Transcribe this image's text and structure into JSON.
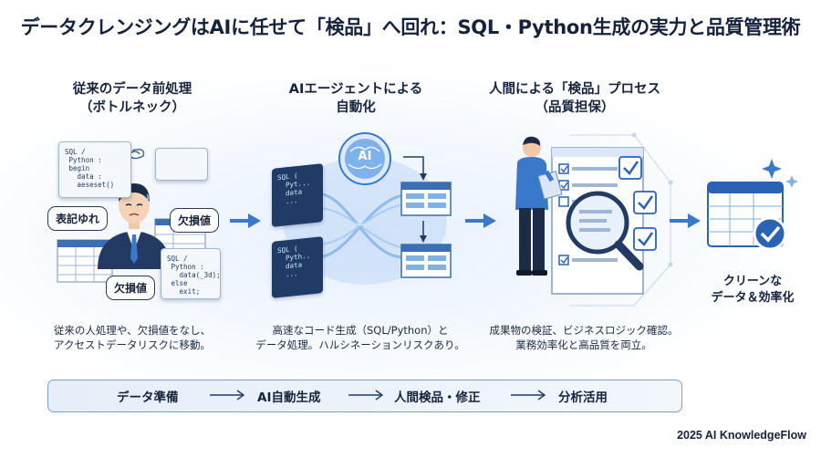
{
  "title": "データクレンジングはAIに任せて「検品」へ回れ：SQL・Python生成の実力と品質管理術",
  "stages": [
    {
      "heading_line1": "従来のデータ前処理",
      "heading_line2": "（ボトルネック）",
      "desc_line1": "従来の人処理や、欠損値をなし、",
      "desc_line2": "アクセストデータリスクに移動。",
      "bubbles": [
        "表記ゆれ",
        "欠損値",
        "欠損値"
      ],
      "code_top": "SQL /\n Python :\n begin\n   data :\n   aeseset()",
      "code_bottom": "SQL /\n Python :\n   data(_3d);\n else\n   exit;"
    },
    {
      "heading_line1": "AIエージェントによる",
      "heading_line2": "自動化",
      "desc_line1": "高速なコード生成（SQL/Python）と",
      "desc_line2": "データ処理。ハルシネーションリスクあり。",
      "ai_label": "AI",
      "code_top": "SQL (\n  Pyt...\n  data\n  ...",
      "code_bottom": "SQL (\n  Pyth..\n  data\n  ..."
    },
    {
      "heading_line1": "人間による「検品」プロセス",
      "heading_line2": "（品質担保）",
      "desc_line1": "成果物の検証、ビジネスロジック確認。",
      "desc_line2": "業務効率化と高品質を両立。"
    }
  ],
  "result": {
    "line1": "クリーンな",
    "line2": "データ＆効率化"
  },
  "flow": [
    "データ準備",
    "AI自動生成",
    "人間検品・修正",
    "分析活用"
  ],
  "footer": "2025 AI KnowledgeFlow",
  "colors": {
    "navy": "#1f3b66",
    "accent_blue": "#2f6fc0",
    "light_blue": "#7fb0e6",
    "arrow": "#3a78c9",
    "check": "#2a63b3"
  }
}
